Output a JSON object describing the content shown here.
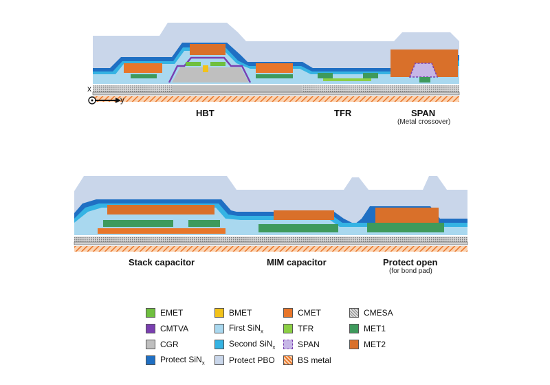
{
  "diagram": {
    "top_labels": {
      "hbt": "HBT",
      "tfr": "TFR",
      "span": "SPAN",
      "span_sub": "(Metal crossover)",
      "axis_x": "x",
      "axis_y": "y"
    },
    "bottom_labels": {
      "stack": "Stack capacitor",
      "mim": "MIM capacitor",
      "protect": "Protect open",
      "protect_sub": "(for bond pad)"
    },
    "legend": [
      {
        "key": "emet",
        "label": "EMET",
        "sub": "",
        "color": "#6fbf3f"
      },
      {
        "key": "bmet",
        "label": "BMET",
        "sub": "",
        "color": "#f2c21a"
      },
      {
        "key": "cmet",
        "label": "CMET",
        "sub": "",
        "color": "#e8762a"
      },
      {
        "key": "cmesa",
        "label": "CMESA",
        "sub": "",
        "color": "#b8b8b8"
      },
      {
        "key": "cmtva",
        "label": "CMTVA",
        "sub": "",
        "color": "#7a3fb0"
      },
      {
        "key": "first_sin",
        "label": "First SiN",
        "sub": "x",
        "color": "#a9d8ef"
      },
      {
        "key": "tfr",
        "label": "TFR",
        "sub": "",
        "color": "#8ccf45"
      },
      {
        "key": "met1",
        "label": "MET1",
        "sub": "",
        "color": "#3e9a5c"
      },
      {
        "key": "cgr",
        "label": "CGR",
        "sub": "",
        "color": "#bfbfbf"
      },
      {
        "key": "second_sin",
        "label": "Second SiN",
        "sub": "x",
        "color": "#35b3e3"
      },
      {
        "key": "span",
        "label": "SPAN",
        "sub": "",
        "color": "#c6b6e6"
      },
      {
        "key": "met2",
        "label": "MET2",
        "sub": "",
        "color": "#d9702a"
      },
      {
        "key": "protect_sin",
        "label": "Protect SiN",
        "sub": "x",
        "color": "#1f6fc3"
      },
      {
        "key": "protect_pbo",
        "label": "Protect PBO",
        "sub": "",
        "color": "#c9d6ea"
      },
      {
        "key": "bs_metal",
        "label": "BS metal",
        "sub": "",
        "color": "#f08a3c"
      }
    ]
  }
}
